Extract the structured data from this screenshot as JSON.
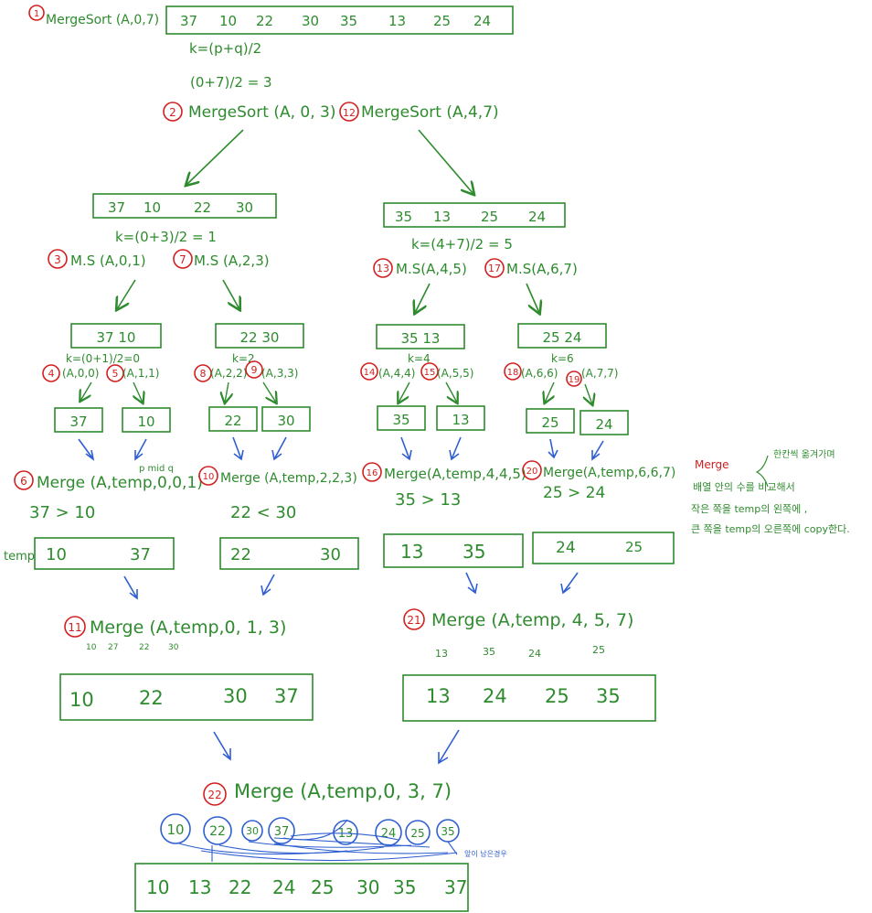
{
  "colors": {
    "green": "#2e8b2e",
    "red": "#d31f1f",
    "blue": "#2f5fd0",
    "box": "#2e8b2e"
  },
  "step1": {
    "num": "1",
    "call": "MergeSort (A,0,7)",
    "values": [
      "37",
      "10",
      "22",
      "30",
      "35",
      "13",
      "25",
      "24"
    ],
    "k_formula": "k=(p+q)/2",
    "k_calc": "(0+7)/2 = 3"
  },
  "left": {
    "num": "2",
    "call": "MergeSort (A, 0, 3)",
    "values": [
      "37",
      "10",
      "22",
      "30"
    ],
    "k": "k=(0+3)/2 = 1",
    "left_call_num": "3",
    "left_call": "M.S (A,0,1)",
    "right_call_num": "7",
    "right_call": "M.S (A,2,3)",
    "pair_a": {
      "values": "37  10",
      "k": "k=(0+1)/2=0",
      "n1": "4",
      "c1": "(A,0,0)",
      "n2": "5",
      "c2": "(A,1,1)",
      "leaf1": "37",
      "leaf2": "10",
      "merge_num": "6",
      "merge": "Merge (A,temp,0,0,1)",
      "pmq": "p  mid  q",
      "compare": "37   >   10",
      "temp_label": "temp",
      "result": [
        "10",
        "37"
      ]
    },
    "pair_b": {
      "values": "22 30",
      "k": "k=2",
      "n1": "8",
      "c1": "(A,2,2)",
      "n2": "9",
      "c2": "(A,3,3)",
      "leaf1": "22",
      "leaf2": "30",
      "merge_num": "10",
      "merge": "Merge (A,temp,2,2,3)",
      "compare": "22   <   30",
      "result": [
        "22",
        "30"
      ]
    },
    "merge_num": "11",
    "merge": "Merge (A,temp,0, 1, 3)",
    "merge_hint": [
      "10",
      "27",
      "22",
      "30"
    ],
    "result": [
      "10",
      "22",
      "30",
      "37"
    ]
  },
  "right": {
    "num": "12",
    "call": "MergeSort (A,4,7)",
    "values": [
      "35",
      "13",
      "25",
      "24"
    ],
    "k": "k=(4+7)/2 = 5",
    "left_call_num": "13",
    "left_call": "M.S(A,4,5)",
    "right_call_num": "17",
    "right_call": "M.S(A,6,7)",
    "pair_a": {
      "values": "35  13",
      "k": "k=4",
      "n1": "14",
      "c1": "(A,4,4)",
      "n2": "15",
      "c2": "(A,5,5)",
      "leaf1": "35",
      "leaf2": "13",
      "merge_num": "16",
      "merge": "Merge(A,temp,4,4,5)",
      "compare": "35  >  13",
      "result": [
        "13",
        "35"
      ]
    },
    "pair_b": {
      "values": "25  24",
      "k": "k=6",
      "n1": "18",
      "c1": "(A,6,6)",
      "n2": "19",
      "c2": "(A,7,7)",
      "leaf1": "25",
      "leaf2": "24",
      "merge_num": "20",
      "merge": "Merge(A,temp,6,6,7)",
      "compare": "25 > 24",
      "result": [
        "24",
        "25"
      ]
    },
    "merge_num": "21",
    "merge": "Merge (A,temp, 4, 5, 7)",
    "merge_hint": [
      "13",
      "35",
      "24",
      "25"
    ],
    "result": [
      "13",
      "24",
      "25",
      "35"
    ]
  },
  "final": {
    "num": "22",
    "merge": "Merge (A,temp,0, 3, 7)",
    "circles": [
      "10",
      "22",
      "30",
      "37",
      "13",
      "24",
      "25",
      "35"
    ],
    "note": "앞이 남은경우",
    "result": [
      "10",
      "13",
      "22",
      "24",
      "25",
      "30",
      "35",
      "37"
    ]
  },
  "note": {
    "title": "Merge",
    "lines": [
      "배열 안의 수를 비교해서",
      "작은 쪽을 temp의 왼쪽에 ,",
      "큰 쪽을 temp의 오른쪽에 copy한다."
    ],
    "aside": "한칸씩 옮겨가며"
  }
}
